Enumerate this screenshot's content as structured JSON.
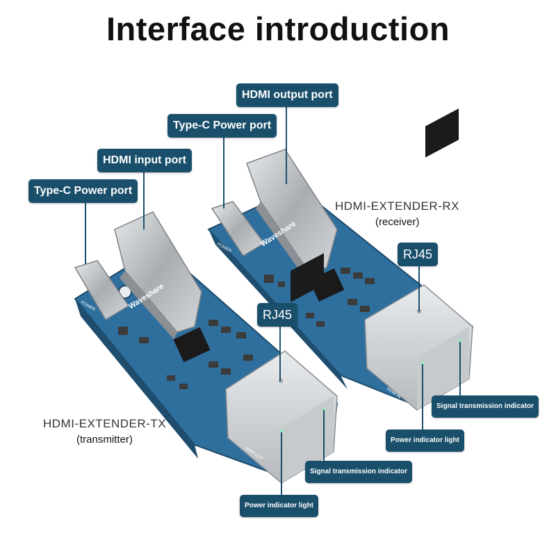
{
  "title": "Interface introduction",
  "callouts": {
    "tx_typec": "Type-C Power port",
    "tx_hdmi_input": "HDMI input port",
    "rx_typec": "Type-C Power port",
    "rx_hdmi_output": "HDMI output port",
    "tx_rj45": "RJ45",
    "rx_rj45": "RJ45",
    "tx_signal": "Signal transmission indicator",
    "tx_power_light": "Power indicator light",
    "rx_signal": "Signal transmission indicator",
    "rx_power_light": "Power indicator light"
  },
  "devices": {
    "tx_name": "HDMI-EXTENDER-TX",
    "tx_role": "(transmitter)",
    "rx_name": "HDMI-EXTENDER-RX",
    "rx_role": "(receiver)"
  },
  "board_labels": {
    "brand": "Waveshare",
    "power": "POWER",
    "hdmi_out": "HDMI OUT",
    "hdmi_in": "HDMI IN"
  },
  "colors": {
    "callout_bg": "#1a4f6b",
    "pcb": "#2f6f9e",
    "metal": "#b9bcbf"
  }
}
